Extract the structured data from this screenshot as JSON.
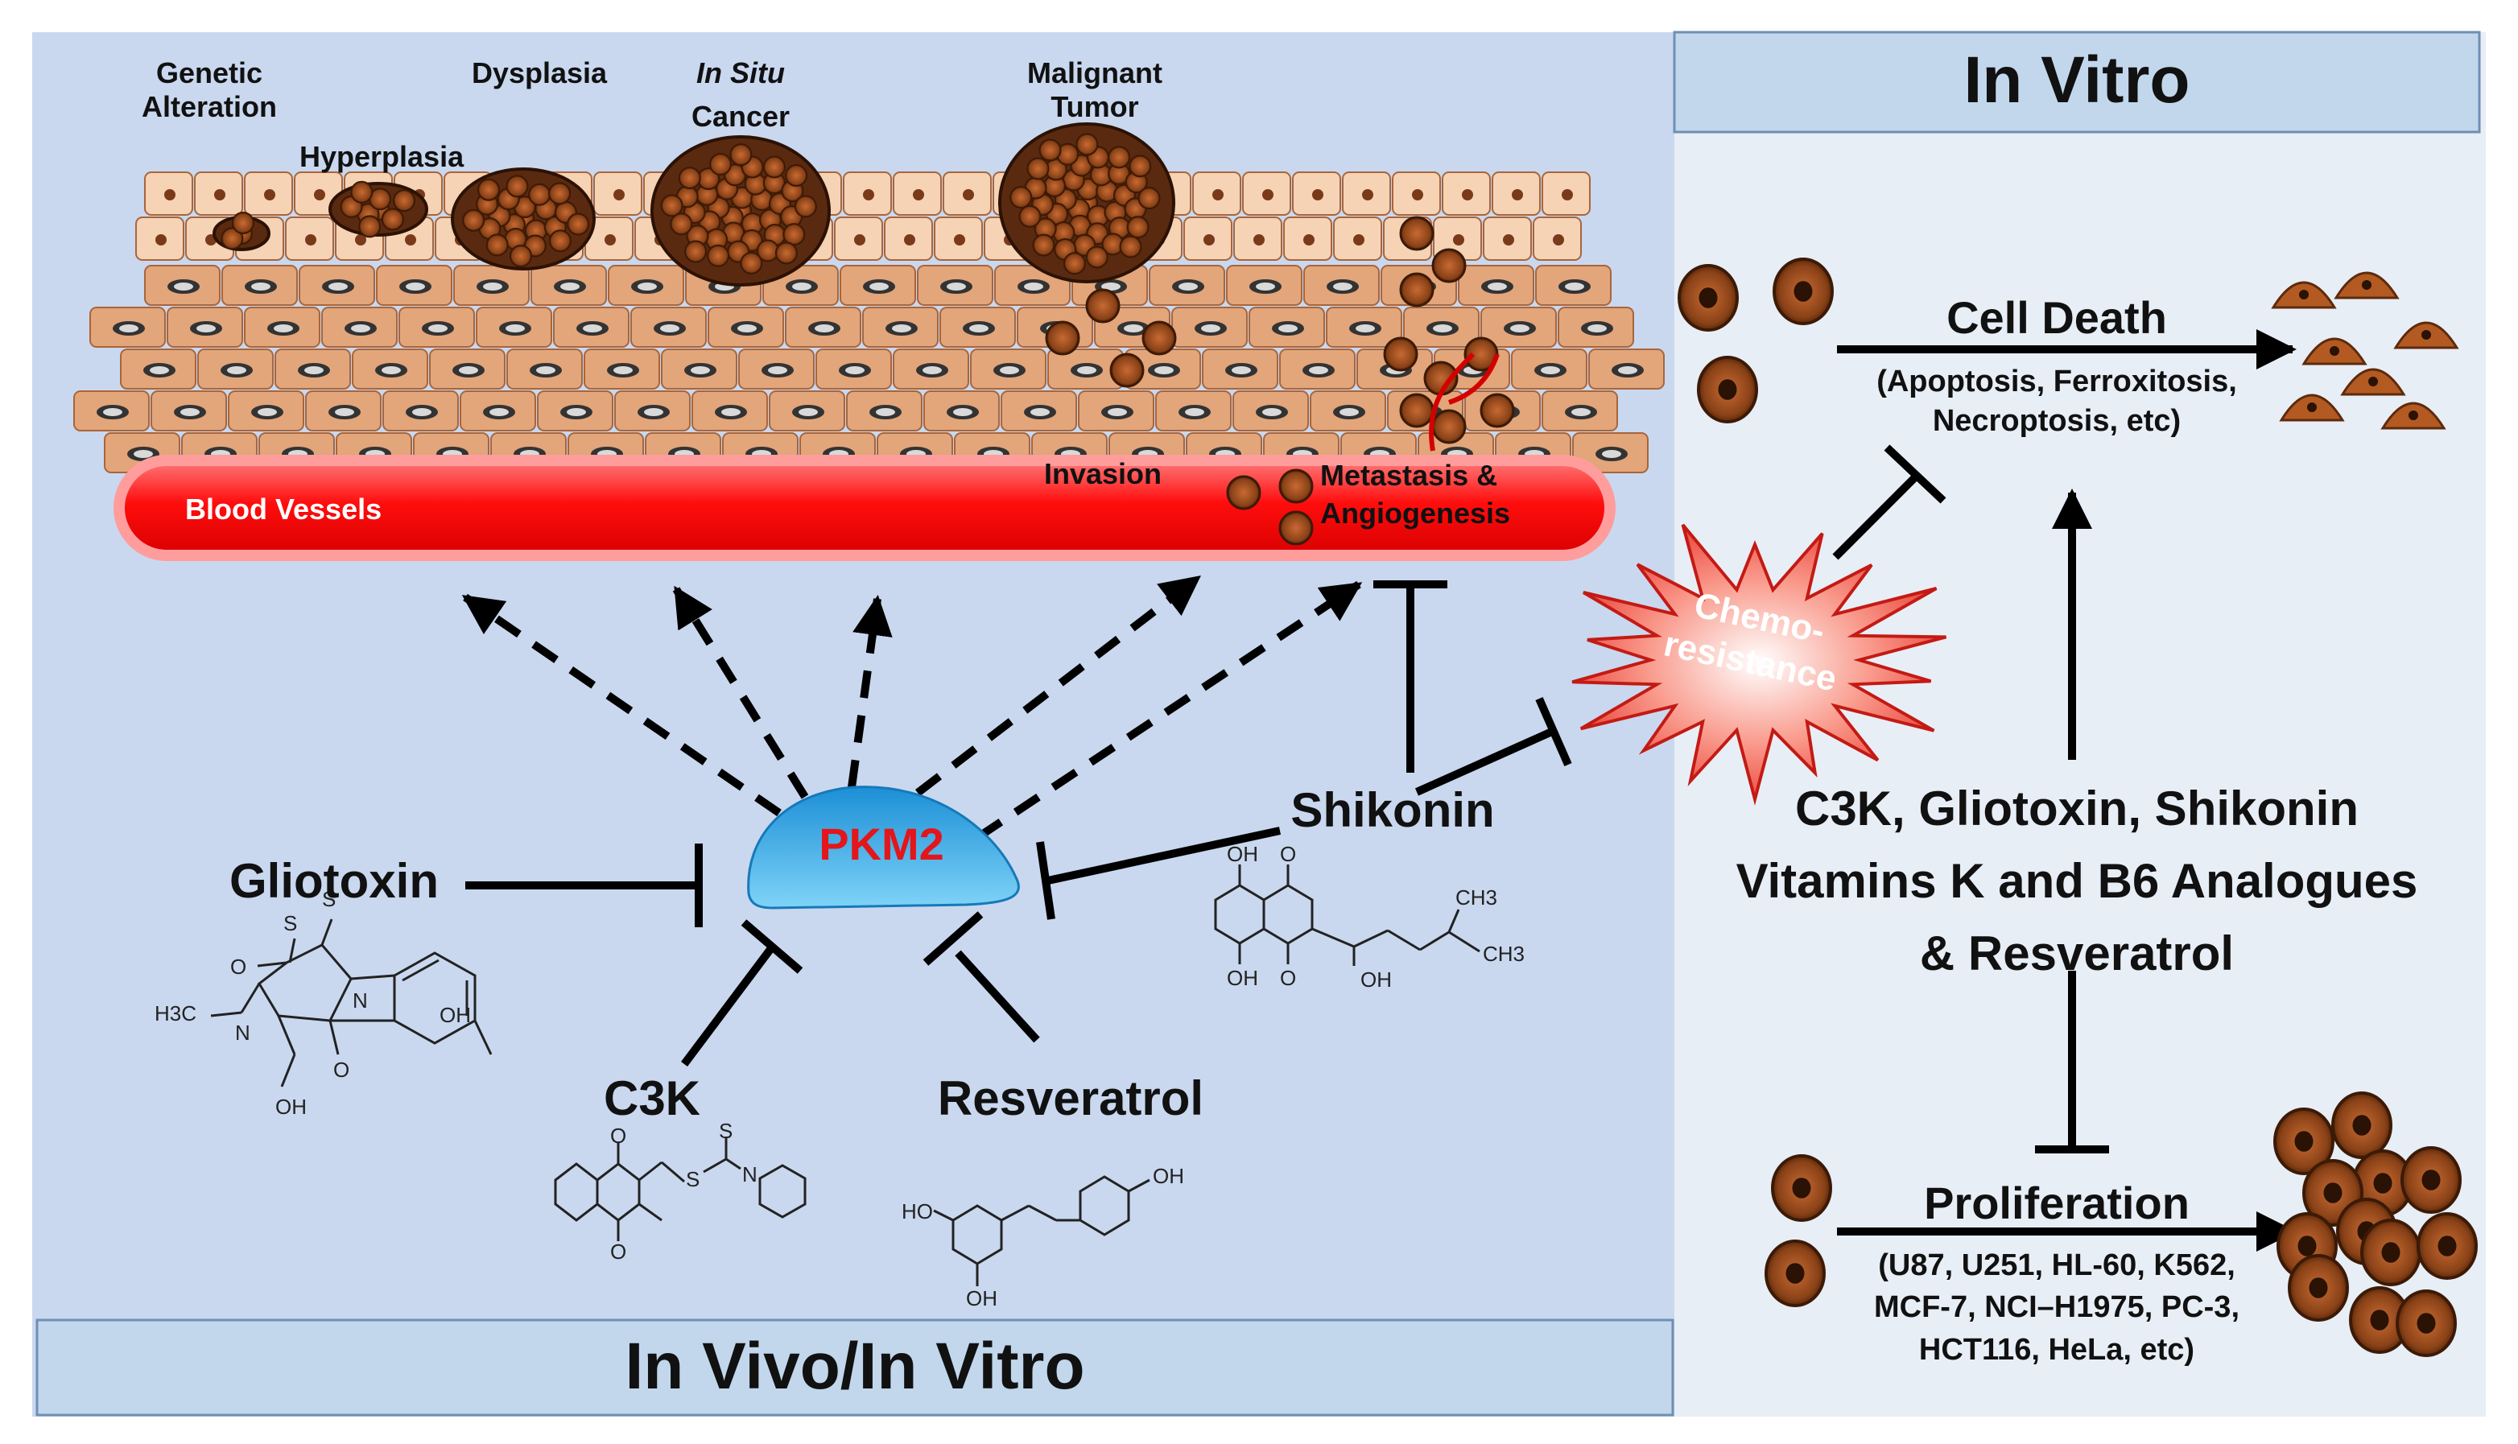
{
  "colors": {
    "left_bg": "#c9d8ef",
    "right_bg": "#e8eef6",
    "title_box": "#c2d7ec",
    "vessel": "#ff1a1a",
    "pkm2_fill": "#2aa8e6",
    "pkm2_text": "#e3161b",
    "burst": "#e8332c",
    "cell_light": "#f6d3b5",
    "cell_dark": "#7a3a1a",
    "cell_tan": "#e3a57a"
  },
  "panels": {
    "left_title": "In Vivo/In Vitro",
    "right_title": "In Vitro"
  },
  "stages": {
    "genetic": "Genetic\nAlteration",
    "hyperplasia": "Hyperplasia",
    "dysplasia": "Dysplasia",
    "in_situ_italic": "In Situ",
    "in_situ_rest": "Cancer",
    "malignant": "Malignant\nTumor",
    "invasion": "Invasion",
    "metastasis": "Metastasis &\nAngiogenesis",
    "vessels": "Blood Vessels"
  },
  "center": {
    "pkm2": "PKM2",
    "burst": "Chemo-\nresistance"
  },
  "compounds": {
    "gliotoxin": "Gliotoxin",
    "c3k": "C3K",
    "resveratrol": "Resveratrol",
    "shikonin": "Shikonin"
  },
  "right": {
    "cell_death": "Cell Death",
    "cell_death_types": "(Apoptosis, Ferroxitosis,\nNecroptosis, etc)",
    "agents": "C3K, Gliotoxin, Shikonin\nVitamins K and B6 Analogues\n& Resveratrol",
    "proliferation": "Proliferation",
    "cell_lines": "(U87, U251, HL-60, K562,\nMCF-7, NCI–H1975, PC-3,\nHCT116, HeLa, etc)"
  },
  "chem_labels": {
    "gliotoxin_h3c": "H3C",
    "gliotoxin_n": "N",
    "gliotoxin_s": "S",
    "gliotoxin_o": "O",
    "gliotoxin_oh": "OH",
    "c3k_o": "O",
    "c3k_s": "S",
    "c3k_n": "N",
    "res_ho": "HO",
    "res_oh": "OH",
    "shik_oh": "OH",
    "shik_o": "O",
    "shik_ch3": "CH3"
  }
}
